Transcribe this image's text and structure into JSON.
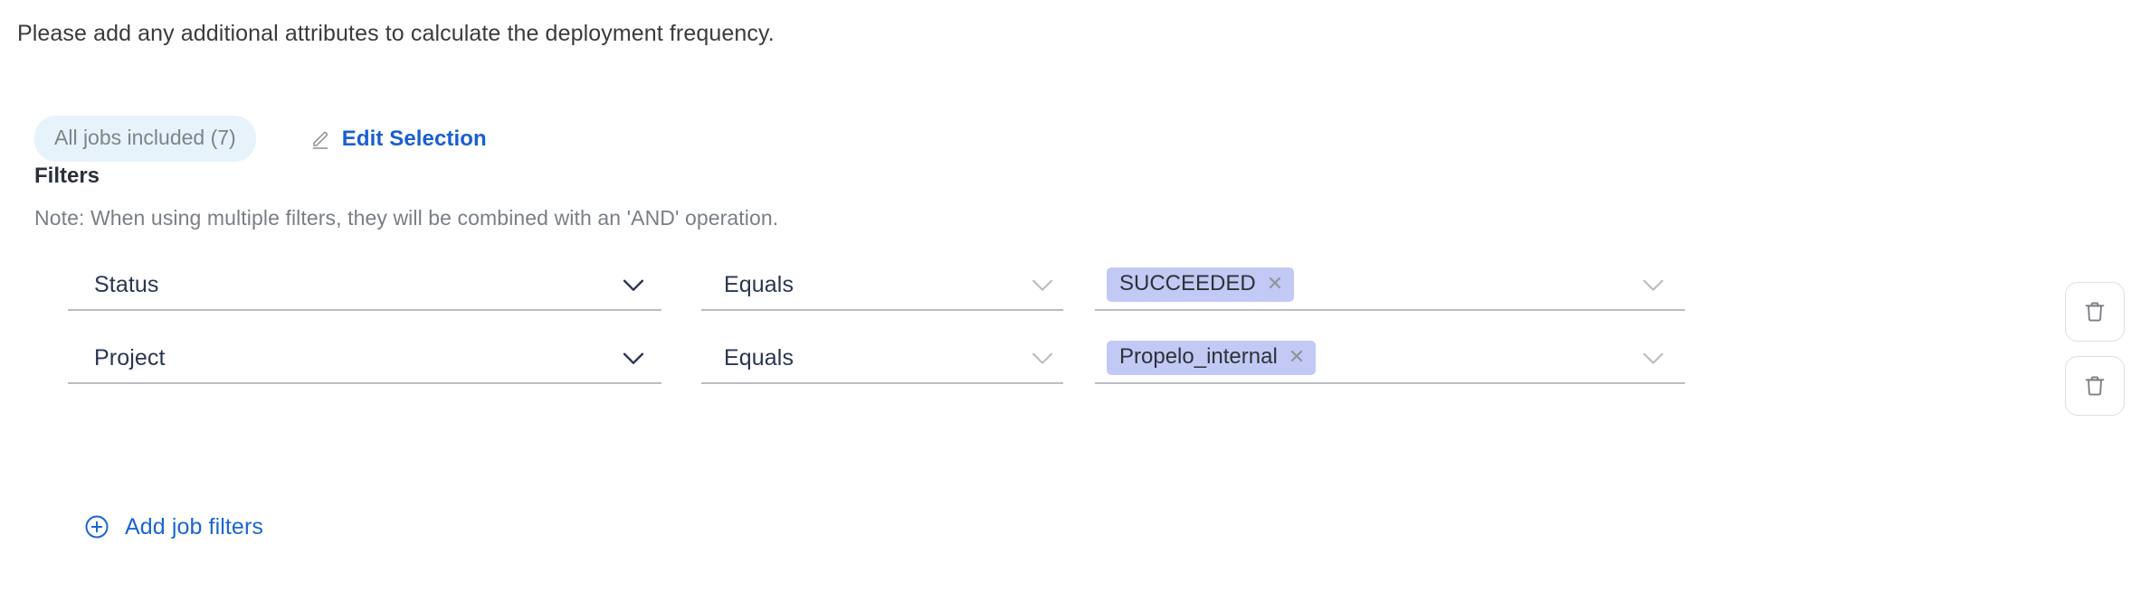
{
  "intro": {
    "text": "Please add any additional attributes to calculate the deployment frequency."
  },
  "selection": {
    "jobs_pill_label": "All jobs included (7)",
    "edit_label": "Edit Selection",
    "edit_icon": "pencil-icon"
  },
  "filters": {
    "title": "Filters",
    "note": "Note: When using multiple filters, they will be combined with an 'AND' operation.",
    "delete_icon": "trash-icon",
    "rows": [
      {
        "attribute": "Status",
        "operator": "Equals",
        "values": [
          "SUCCEEDED"
        ],
        "chip_remove_icon": "close-icon"
      },
      {
        "attribute": "Project",
        "operator": "Equals",
        "values": [
          "Propelo_internal"
        ],
        "chip_remove_icon": "close-icon"
      }
    ]
  },
  "add_filters": {
    "label": "Add job filters",
    "icon": "plus-circle-icon"
  },
  "colors": {
    "link": "#1a66d0",
    "pill_bg": "#e7f3fb",
    "pill_text": "#7c838c",
    "chip_bg": "#c2c9f5",
    "chip_text": "#2e3238",
    "field_text": "#2b3553",
    "underline": "#b9bec4",
    "note_text": "#797f86"
  }
}
